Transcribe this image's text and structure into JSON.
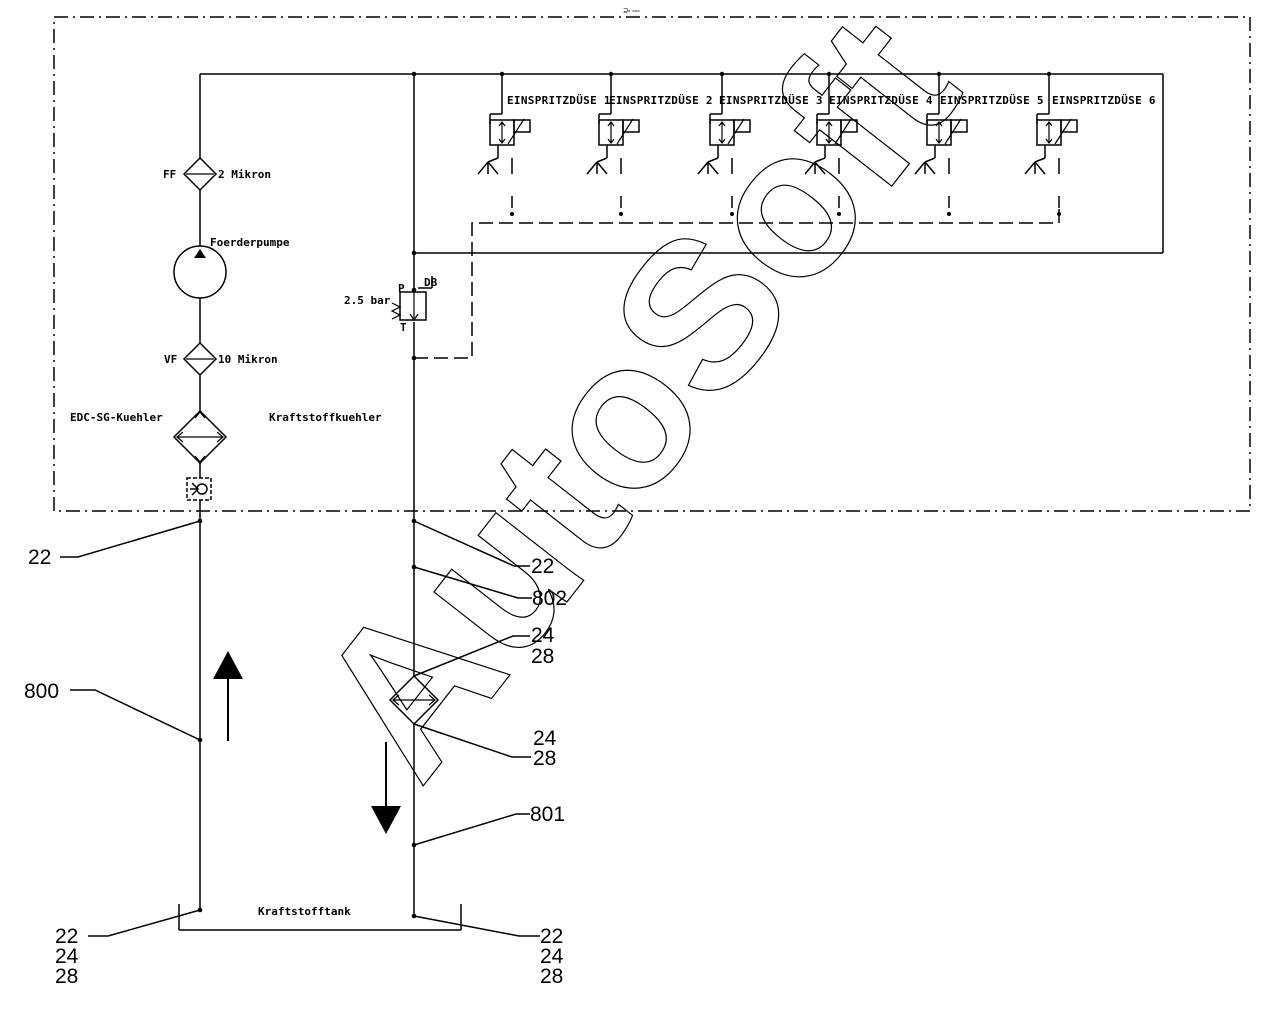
{
  "header_mark": "⊒ₒ ₒₒₒ",
  "watermark": "AutoSoft",
  "labels": {
    "ff": "FF",
    "ff_rating": "2 Mikron",
    "pump": "Foerderpumpe",
    "vf": "VF",
    "vf_rating": "10 Mikron",
    "edc_cooler": "EDC-SG-Kuehler",
    "fuel_cooler": "Kraftstoffkuehler",
    "pressure_valve_setting": "2.5 bar",
    "port_p": "P",
    "port_t": "T",
    "db": "DB",
    "tank": "Kraftstofftank"
  },
  "injectors": [
    {
      "label": "EINSPRITZDÜSE 1"
    },
    {
      "label": "EINSPRITZDÜSE 2"
    },
    {
      "label": "EINSPRITZDÜSE 3"
    },
    {
      "label": "EINSPRITZDÜSE 4"
    },
    {
      "label": "EINSPRITZDÜSE 5"
    },
    {
      "label": "EINSPRITZDÜSE 6"
    }
  ],
  "callouts": {
    "left_top": "22",
    "left_mid": "800",
    "left_bottom": [
      "22",
      "24",
      "28"
    ],
    "right_22": "22",
    "right_802": "802",
    "hx_top": [
      "24",
      "28"
    ],
    "hx_bottom": [
      "24",
      "28"
    ],
    "right_801": "801",
    "right_bottom": [
      "22",
      "24",
      "28"
    ]
  }
}
